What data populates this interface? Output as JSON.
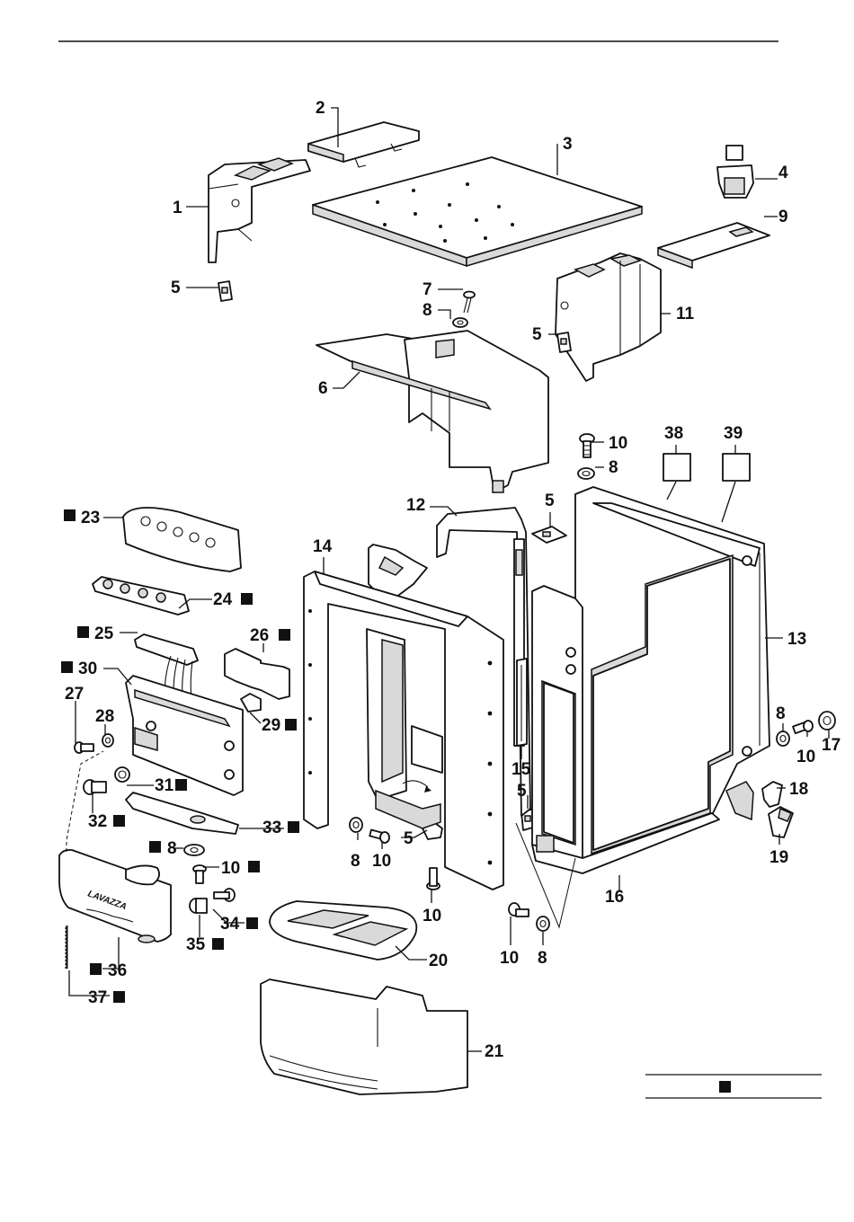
{
  "labels": {
    "p1": "1",
    "p2": "2",
    "p3": "3",
    "p4": "4",
    "p5a": "5",
    "p5b": "5",
    "p5c": "5",
    "p5d": "5",
    "p5e": "5",
    "p6": "6",
    "p7": "7",
    "p8a": "8",
    "p8b": "8",
    "p8c": "8",
    "p8d": "8",
    "p8e": "8",
    "p8f": "8",
    "p9": "9",
    "p10a": "10",
    "p10b": "10",
    "p10c": "10",
    "p10d": "10",
    "p10e": "10",
    "p10f": "10",
    "p11": "11",
    "p12": "12",
    "p13": "13",
    "p14": "14",
    "p15": "15",
    "p16": "16",
    "p17": "17",
    "p18": "18",
    "p19": "19",
    "p20": "20",
    "p21": "21",
    "p23": "23",
    "p24": "24",
    "p25": "25",
    "p26": "26",
    "p27": "27",
    "p28": "28",
    "p29": "29",
    "p30": "30",
    "p31": "31",
    "p32": "32",
    "p33": "33",
    "p34": "34",
    "p35": "35",
    "p36": "36",
    "p37": "37",
    "p38": "38",
    "p39": "39"
  },
  "brand_logo": "LAVAZZA",
  "legend_marker": "filled-square-marker"
}
